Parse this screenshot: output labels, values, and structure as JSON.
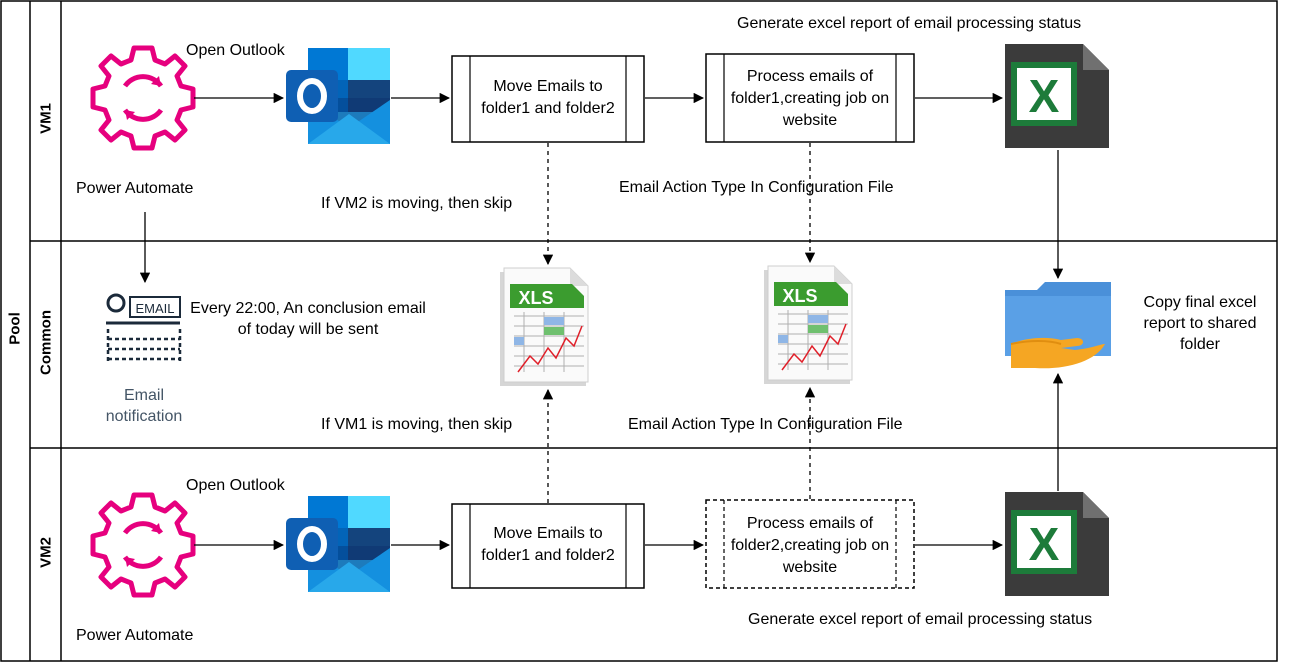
{
  "pool": {
    "label": "Pool"
  },
  "lanes": {
    "vm1": "VM1",
    "common": "Common",
    "vm2": "VM2"
  },
  "vm1": {
    "trigger_label": "Power Automate",
    "outlook_label": "Open Outlook",
    "move_box": "Move Emails to folder1 and folder2",
    "process_box": "Process emails of folder1,creating job on website",
    "excel_label": "Generate excel report of email processing status",
    "skip_note": "If VM2 is moving, then skip",
    "config_note": "Email Action Type In Configuration File"
  },
  "common": {
    "email_icon_text": "EMAIL",
    "email_label": "Email notification",
    "email_note": "Every 22:00, An conclusion email of today will be sent",
    "xls_text": "XLS",
    "shared_label": "Copy final excel report to shared folder"
  },
  "vm2": {
    "trigger_label": "Power Automate",
    "outlook_label": "Open Outlook",
    "move_box": "Move Emails to folder1 and folder2",
    "process_box": "Process emails of folder2,creating job on website",
    "excel_label": "Generate excel report of email processing status",
    "skip_note": "If VM1 is moving, then skip",
    "config_note": "Email Action Type In Configuration File"
  },
  "colors": {
    "power_automate": "#e6007e",
    "outlook_blue": "#0f5fb3",
    "excel_green": "#1d7b3a",
    "folder_blue": "#4a90d9",
    "hand_orange": "#f5a623"
  }
}
